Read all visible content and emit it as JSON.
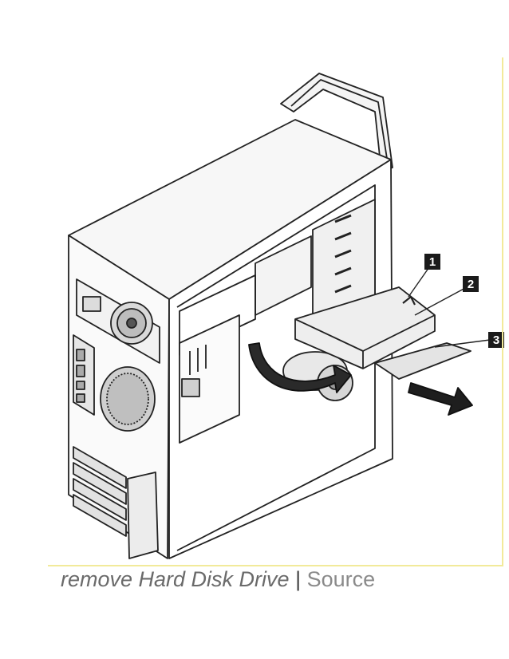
{
  "figure": {
    "callouts": [
      {
        "id": "1",
        "label": "1"
      },
      {
        "id": "2",
        "label": "2"
      },
      {
        "id": "3",
        "label": "3"
      }
    ]
  },
  "caption": {
    "title": "remove Hard Disk Drive",
    "separator": "|",
    "source_link": "Source"
  },
  "colors": {
    "frame_rule": "#f2ea9a",
    "line_art": "#222222",
    "callout_box": "#1a1a1a"
  }
}
